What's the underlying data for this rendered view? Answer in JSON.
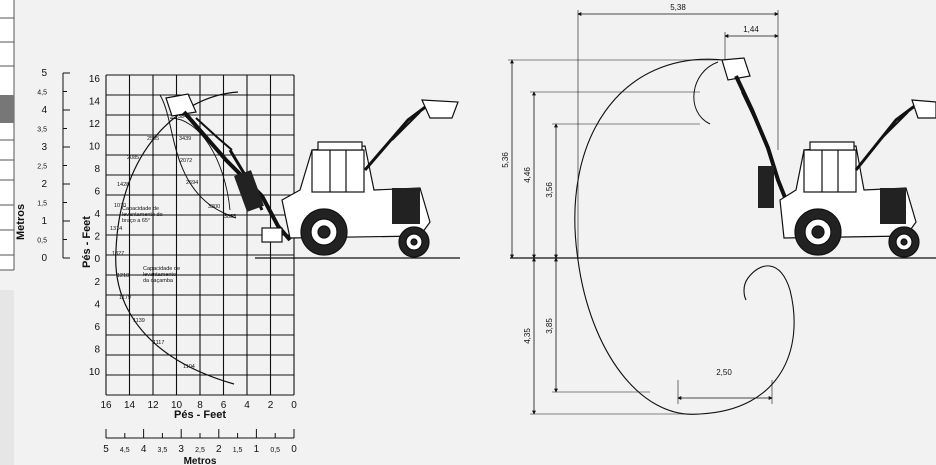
{
  "left_panel": {
    "metros_label": "Metros",
    "pes_feet_label": "Pés - Feet",
    "metros_ticks": [
      "5",
      "4,5",
      "4",
      "3,5",
      "3",
      "2,5",
      "2",
      "1,5",
      "1",
      "0,5",
      "0"
    ],
    "feet_upper_ticks": [
      "16",
      "14",
      "12",
      "10",
      "8",
      "6",
      "4",
      "2",
      "0"
    ],
    "feet_lower_ticks": [
      "2",
      "4",
      "6",
      "8",
      "10"
    ],
    "x_feet_ticks": [
      "16",
      "14",
      "12",
      "10",
      "8",
      "6",
      "4",
      "2",
      "0"
    ],
    "x_feet_label": "Pés - Feet",
    "x_metros_ticks": [
      "5",
      "4,5",
      "4",
      "3,5",
      "3",
      "2,5",
      "2",
      "1,5",
      "1",
      "0,5",
      "0"
    ],
    "x_metros_label": "Metros",
    "arm_capacity_note": [
      "Capacidade de",
      "levantamento do",
      "braço a 65°"
    ],
    "bucket_capacity_note": [
      "Capacidade de",
      "levantamento",
      "da caçamba"
    ],
    "capacity_points": [
      "3846",
      "2585",
      "3439",
      "2085",
      "2072",
      "1428",
      "2694",
      "1070",
      "3300",
      "1314",
      "3835",
      "1327",
      "1218",
      "1179",
      "1139",
      "1117",
      "1104"
    ]
  },
  "right_panel": {
    "dimensions": [
      "5,38",
      "1,44",
      "5,36",
      "4,46",
      "3,56",
      "4,35",
      "3,85",
      "2,50"
    ]
  }
}
